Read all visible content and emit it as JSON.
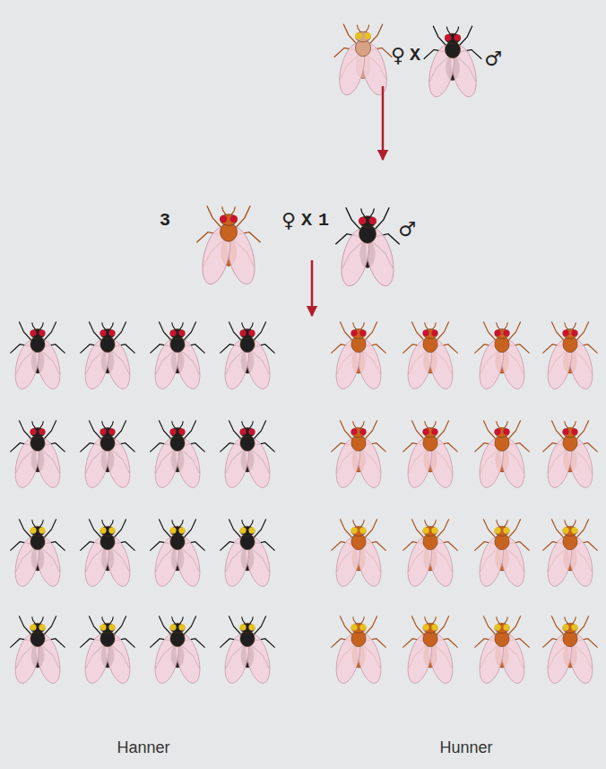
{
  "diagram": {
    "labels": [
      "♀",
      "X",
      "♂",
      "3",
      "♀",
      "X",
      "1",
      "♂",
      "Hanner",
      "Hunner"
    ]
  }
}
